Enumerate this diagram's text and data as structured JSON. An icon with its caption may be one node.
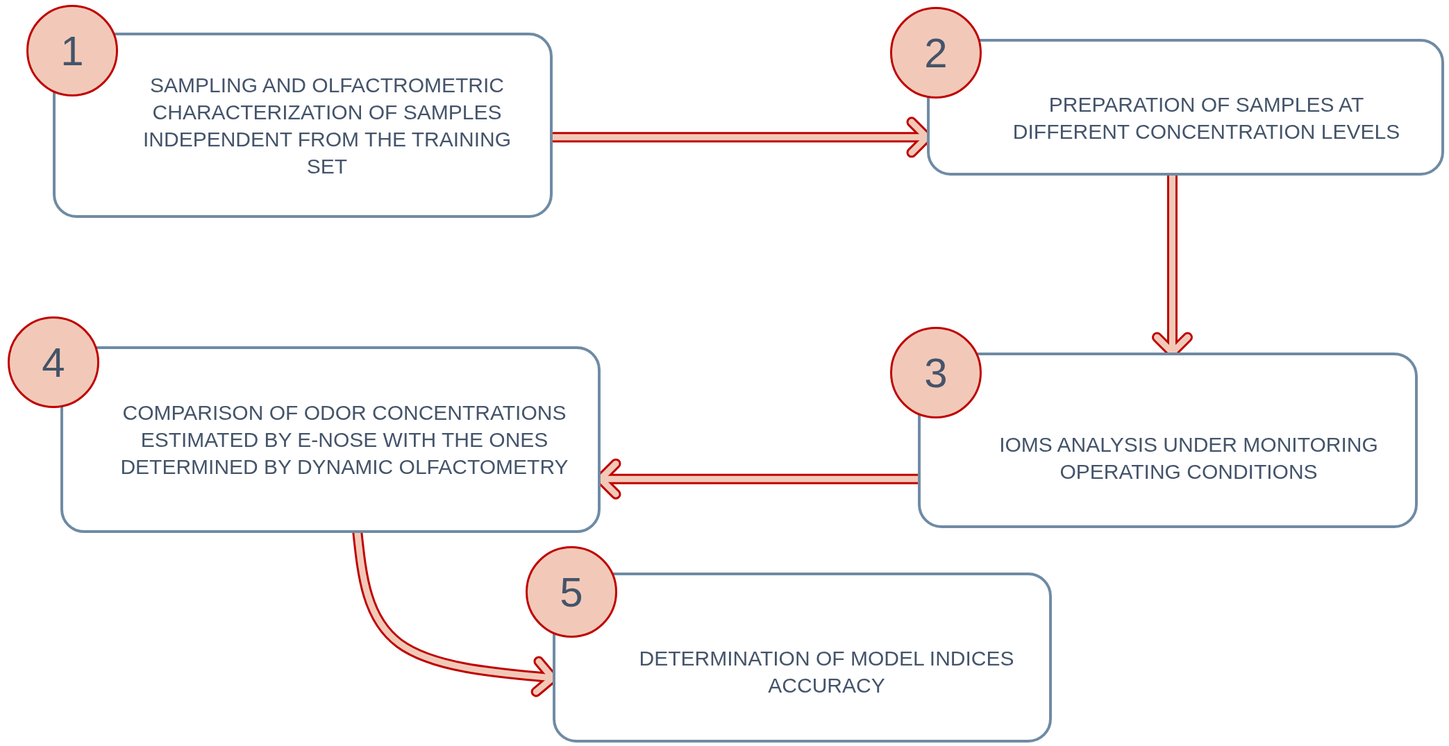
{
  "diagram": {
    "nodes": [
      {
        "text": [
          "1"
        ]
      },
      {
        "text": [
          "SAMPLING AND OLFACTROMETRIC CHARACTERIZATION OF SAMPLES INDEPENDENT FROM THE TRAINING SET"
        ]
      },
      {
        "text": [
          "2"
        ]
      },
      {
        "text": [
          "PREPARATION OF SAMPLES AT DIFFERENT CONCENTRATION LEVELS"
        ]
      },
      {
        "text": [
          "3"
        ]
      },
      {
        "text": [
          "IOMS ANALYSIS UNDER MONITORING OPERATING CONDITIONS"
        ]
      },
      {
        "text": [
          "4"
        ]
      },
      {
        "text": [
          "COMPARISON OF ODOR CONCENTRATIONS ESTIMATED BY E-NOSE WITH THE ONES DETERMINED BY DYNAMIC OLFACTOMETRY"
        ]
      },
      {
        "text": [
          "5"
        ]
      },
      {
        "text": [
          "DETERMINATION OF MODEL INDICES ACCURACY"
        ]
      }
    ],
    "edges": [
      {
        "from": 1,
        "to": 3,
        "arrow": "to"
      },
      {
        "from": 3,
        "to": 5,
        "arrow": "to"
      },
      {
        "from": 5,
        "to": 7,
        "arrow": "to"
      },
      {
        "from": 7,
        "to": 9,
        "arrow": "to"
      }
    ]
  }
}
